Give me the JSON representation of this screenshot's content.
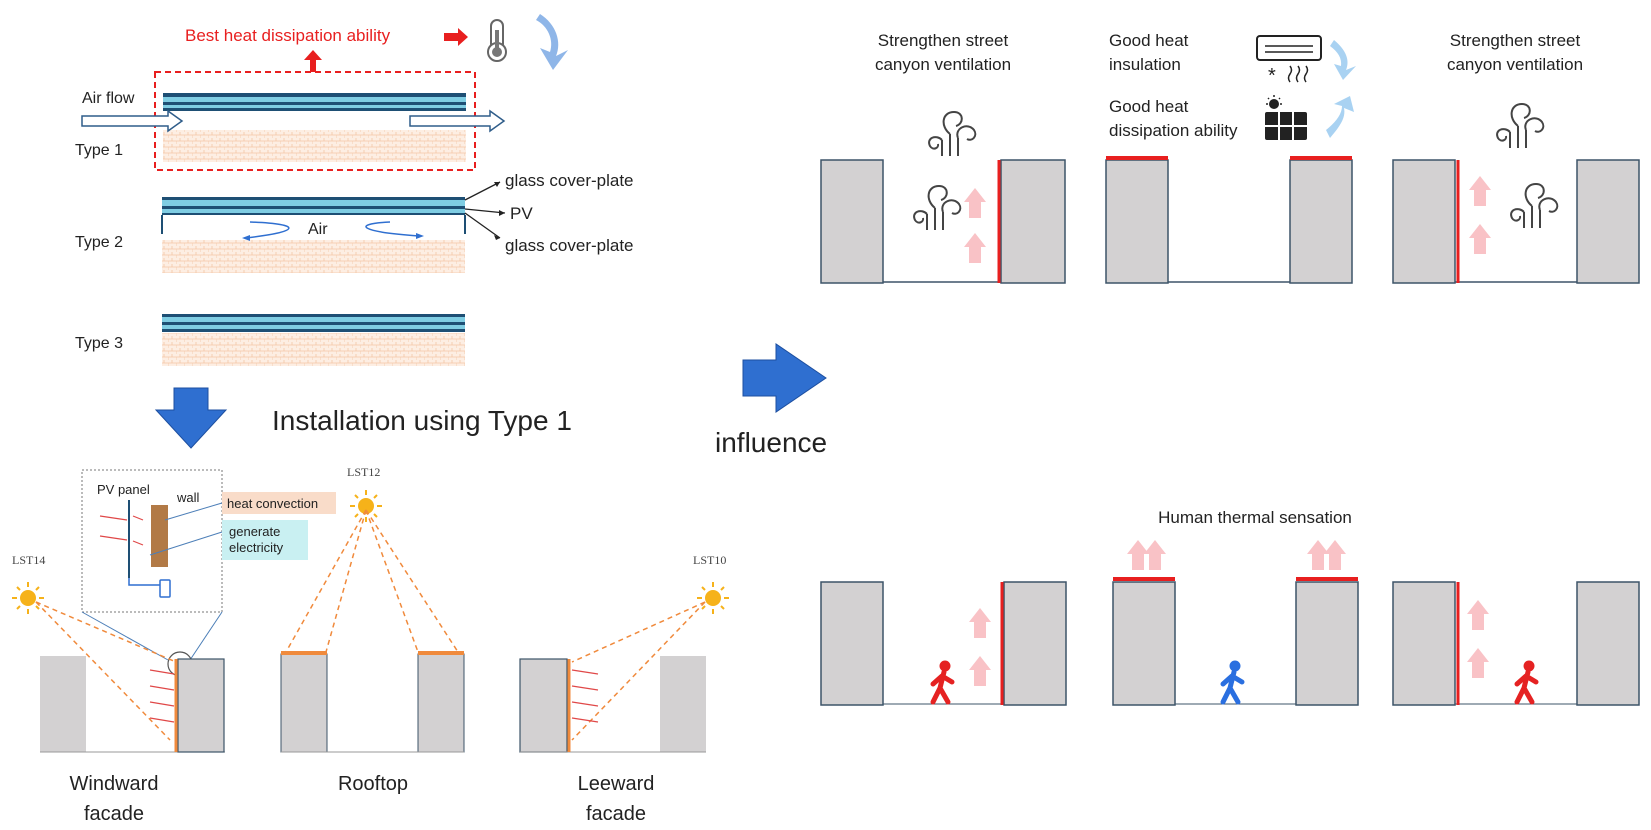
{
  "colors": {
    "highlight": "#e81f1f",
    "panel_dark": "#1e4f74",
    "panel_light": "#7fcde3",
    "soil": "#f6c9a9",
    "building": "#d3d1d2",
    "building_edge": "#3d5468",
    "arrow_blue": "#2f6fd0",
    "arrow_pink": "#f9c2c6",
    "sun": "#f6b21a",
    "ray": "#f08a3c",
    "walker_red": "#e52222",
    "walker_blue": "#2a6fe0",
    "cool_arrow": "#a9d2f2"
  },
  "panel_types": {
    "best_heat": "Best heat dissipation ability",
    "air_flow": "Air flow",
    "type1": "Type 1",
    "type2": "Type 2",
    "type3": "Type  3",
    "air": "Air",
    "glass_top": "glass cover-plate",
    "pv": "PV",
    "glass_bottom": "glass cover-plate"
  },
  "installation": {
    "caption": "Installation using Type 1",
    "inset": {
      "pv_panel": "PV panel",
      "wall": "wall",
      "heat_convection": "heat convection",
      "generate_line1": "generate",
      "generate_line2": "electricity"
    },
    "scenes": [
      {
        "sun_label": "LST14",
        "line1": "Windward",
        "line2": "facade"
      },
      {
        "sun_label": "LST12",
        "line1": "Rooftop",
        "line2": ""
      },
      {
        "sun_label": "LST10",
        "line1": "Leeward",
        "line2": "facade"
      }
    ]
  },
  "influence": {
    "label": "influence"
  },
  "effects_top": {
    "left_line1": "Strengthen street",
    "left_line2": "canyon ventilation",
    "mid_ins_line1": "Good heat",
    "mid_ins_line2": "insulation",
    "mid_dis_line1": "Good heat",
    "mid_dis_line2": "dissipation ability",
    "right_line1": "Strengthen street",
    "right_line2": "canyon ventilation"
  },
  "effects_bottom": {
    "title": "Human thermal sensation"
  }
}
